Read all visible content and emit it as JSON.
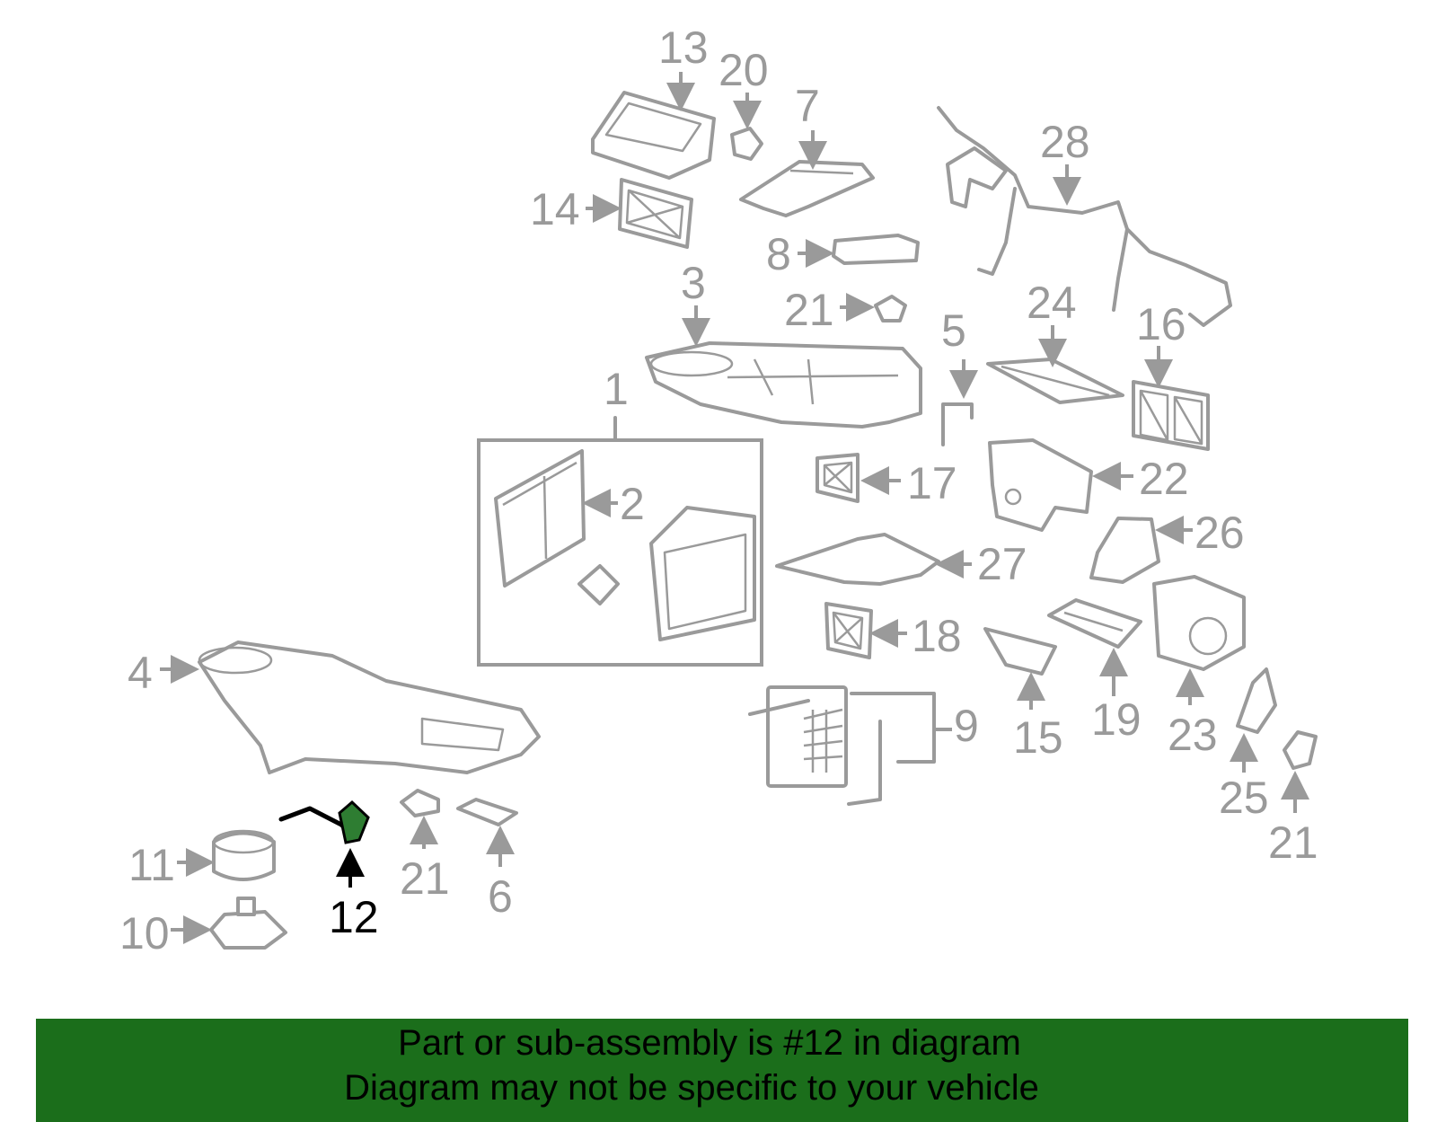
{
  "callouts": {
    "c1": "1",
    "c2": "2",
    "c3": "3",
    "c4": "4",
    "c5": "5",
    "c6": "6",
    "c7": "7",
    "c8": "8",
    "c9": "9",
    "c10": "10",
    "c11": "11",
    "c12": "12",
    "c13": "13",
    "c14": "14",
    "c15": "15",
    "c16": "16",
    "c17": "17",
    "c18": "18",
    "c19": "19",
    "c20": "20",
    "c21a": "21",
    "c21b": "21",
    "c21c": "21",
    "c22": "22",
    "c23": "23",
    "c24": "24",
    "c25": "25",
    "c26": "26",
    "c27": "27",
    "c28": "28"
  },
  "highlight": {
    "part": "12",
    "color": "#2e7d32"
  },
  "colors": {
    "part_line": "#9a9a9a",
    "banner": "#1b6e1b",
    "highlight_text": "#000000"
  },
  "banner": {
    "line1": "Part or sub-assembly is #12 in diagram",
    "line2": "Diagram may not be specific to your vehicle"
  }
}
